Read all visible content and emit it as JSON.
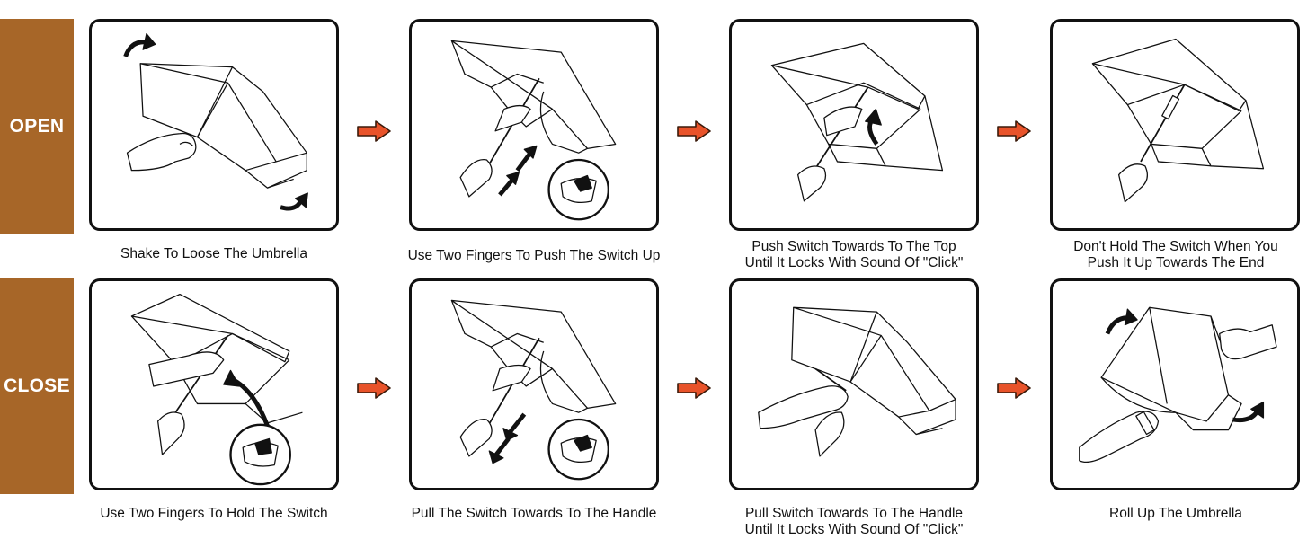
{
  "colors": {
    "label_bg": "#a76628",
    "arrow_fill": "#e8532a",
    "arrow_stroke": "#3a1a0a",
    "line": "#111111"
  },
  "rows": [
    {
      "label": "OPEN",
      "steps": [
        {
          "caption": "Shake To Loose The Umbrella",
          "icon": "shake-umbrella-illustration"
        },
        {
          "caption": "Use Two Fingers To Push The Switch Up",
          "icon": "push-switch-up-illustration"
        },
        {
          "caption": "Push Switch Towards To The Top\nUntil It Locks With Sound Of \"Click\"",
          "icon": "push-to-top-illustration"
        },
        {
          "caption": "Don't Hold The Switch When You\nPush It Up Towards The End",
          "icon": "open-umbrella-illustration"
        }
      ]
    },
    {
      "label": "CLOSE",
      "steps": [
        {
          "caption": "Use Two Fingers To Hold The Switch",
          "icon": "hold-switch-illustration"
        },
        {
          "caption": "Pull The Switch Towards To The Handle",
          "icon": "pull-switch-illustration"
        },
        {
          "caption": "Pull Switch Towards To The Handle\nUntil It Locks With Sound Of \"Click\"",
          "icon": "pull-to-handle-illustration"
        },
        {
          "caption": "Roll Up The Umbrella",
          "icon": "roll-up-umbrella-illustration"
        }
      ]
    }
  ]
}
